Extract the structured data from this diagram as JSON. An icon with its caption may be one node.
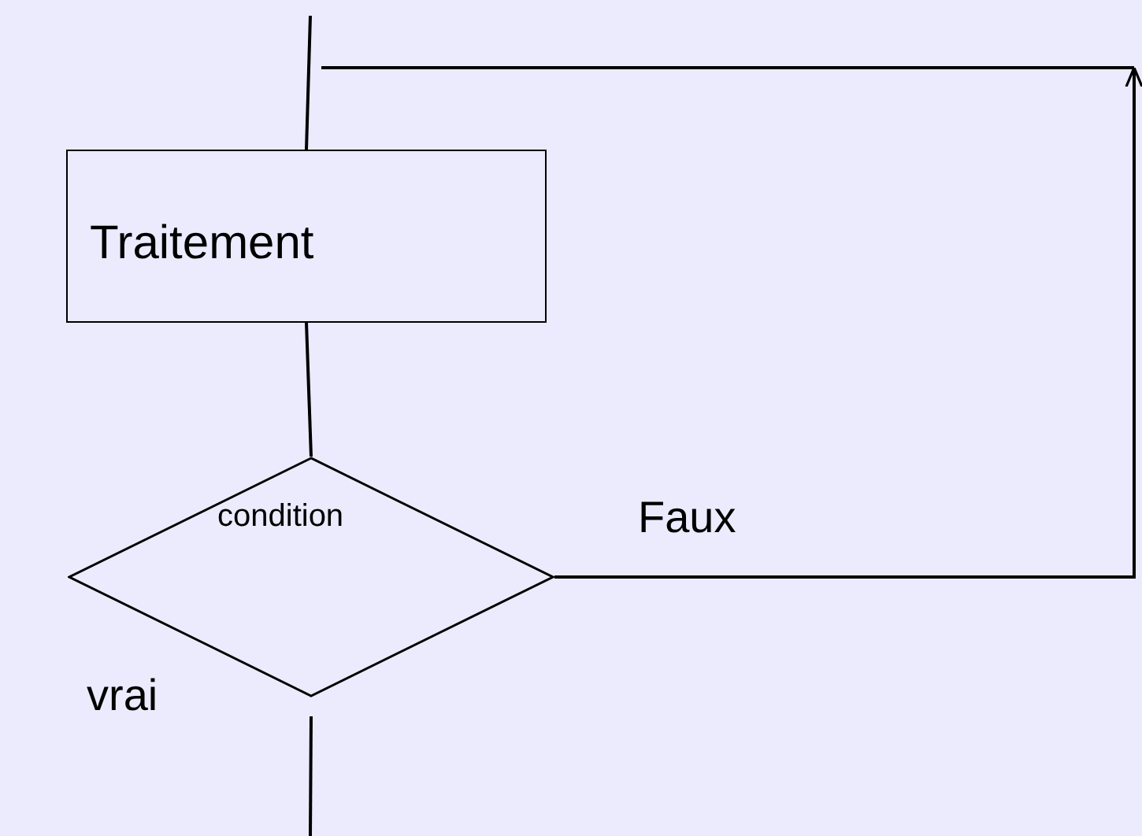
{
  "diagram": {
    "nodes": [
      {
        "text": [
          "Traitement"
        ]
      },
      {
        "text": [
          "condition"
        ]
      }
    ],
    "edges": [
      {
        "from": null,
        "to": 0,
        "arrow": "none"
      },
      {
        "from": 0,
        "to": 1,
        "arrow": "none"
      },
      {
        "from": 1,
        "to": null,
        "arrow": "to",
        "label": "Faux"
      },
      {
        "from": 1,
        "to": null,
        "arrow": "none",
        "label": "vrai"
      }
    ]
  }
}
